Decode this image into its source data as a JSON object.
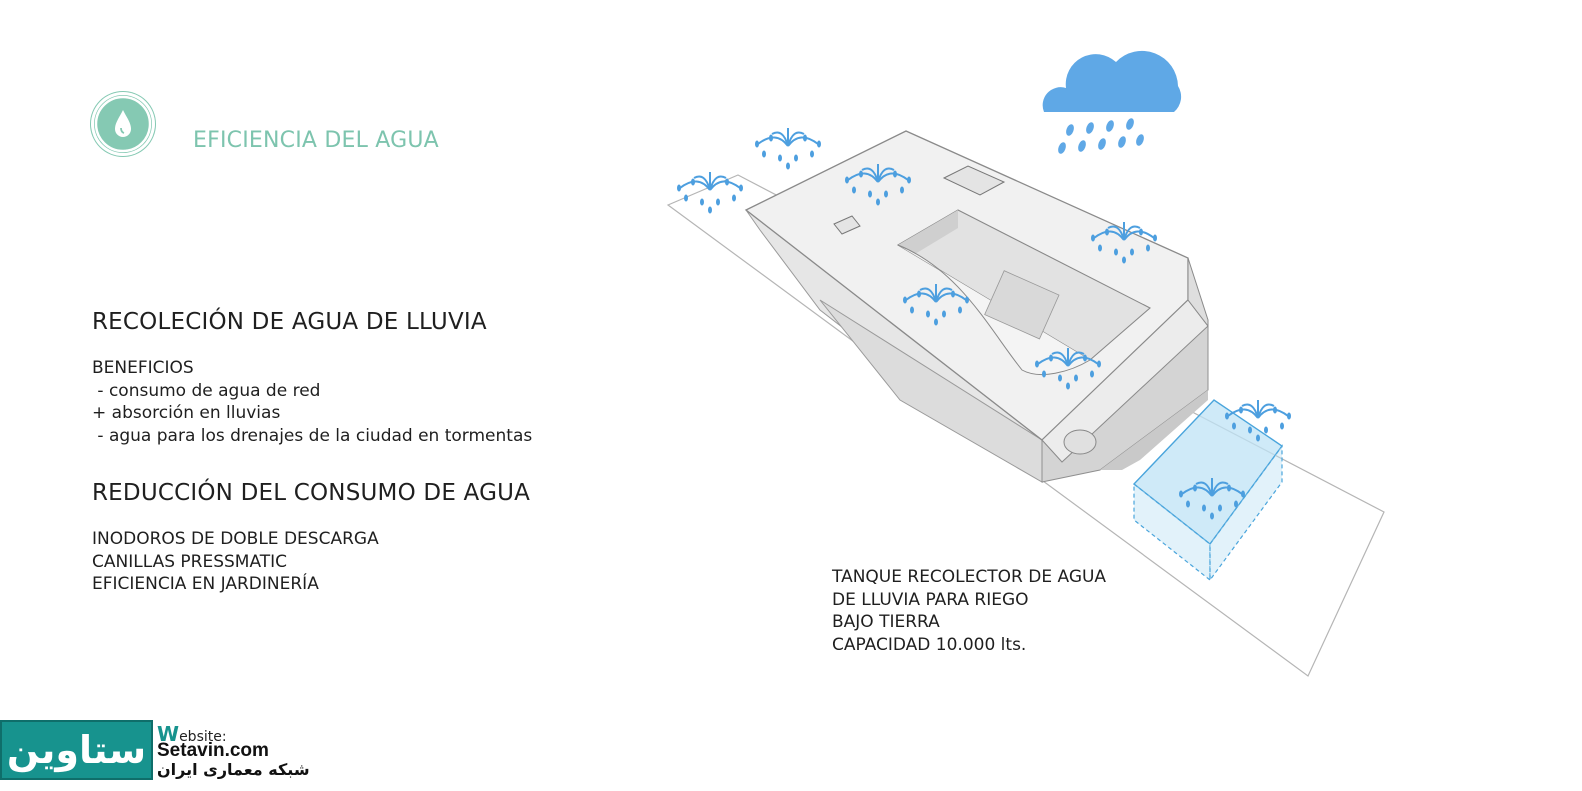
{
  "header": {
    "icon": "water-drop-icon",
    "title": "EFICIENCIA DEL AGUA",
    "accent_color": "#7dc4ae"
  },
  "rainwater": {
    "heading": "RECOLECIÓN DE AGUA DE LLUVIA",
    "lines": [
      "BENEFICIOS",
      " - consumo de agua de red",
      "+ absorción en lluvias",
      " - agua para los drenajes de la ciudad en tormentas"
    ]
  },
  "reduction": {
    "heading": "REDUCCIÓN DEL CONSUMO DE AGUA",
    "lines": [
      "INODOROS DE DOBLE DESCARGA",
      "CANILLAS PRESSMATIC",
      "EFICIENCIA EN JARDINERÍA"
    ]
  },
  "diagram": {
    "icons": [
      "rain-cloud-icon",
      "sprinkler-icon",
      "tank-icon"
    ],
    "cloud_color": "#5fa8e6",
    "tank_color": "#bfe3f5",
    "caption": [
      "TANQUE RECOLECTOR DE AGUA",
      "DE LLUVIA PARA RIEGO",
      "BAJO TIERRA",
      "CAPACIDAD 10.000 lts."
    ]
  },
  "watermark": {
    "label_prefix": "W",
    "label_rest": "ebsite:",
    "url": "Setavin.com",
    "name_fa": "ستاوین",
    "subtitle_fa": "شبکه معماری ایران",
    "brand_color": "#17938e"
  }
}
